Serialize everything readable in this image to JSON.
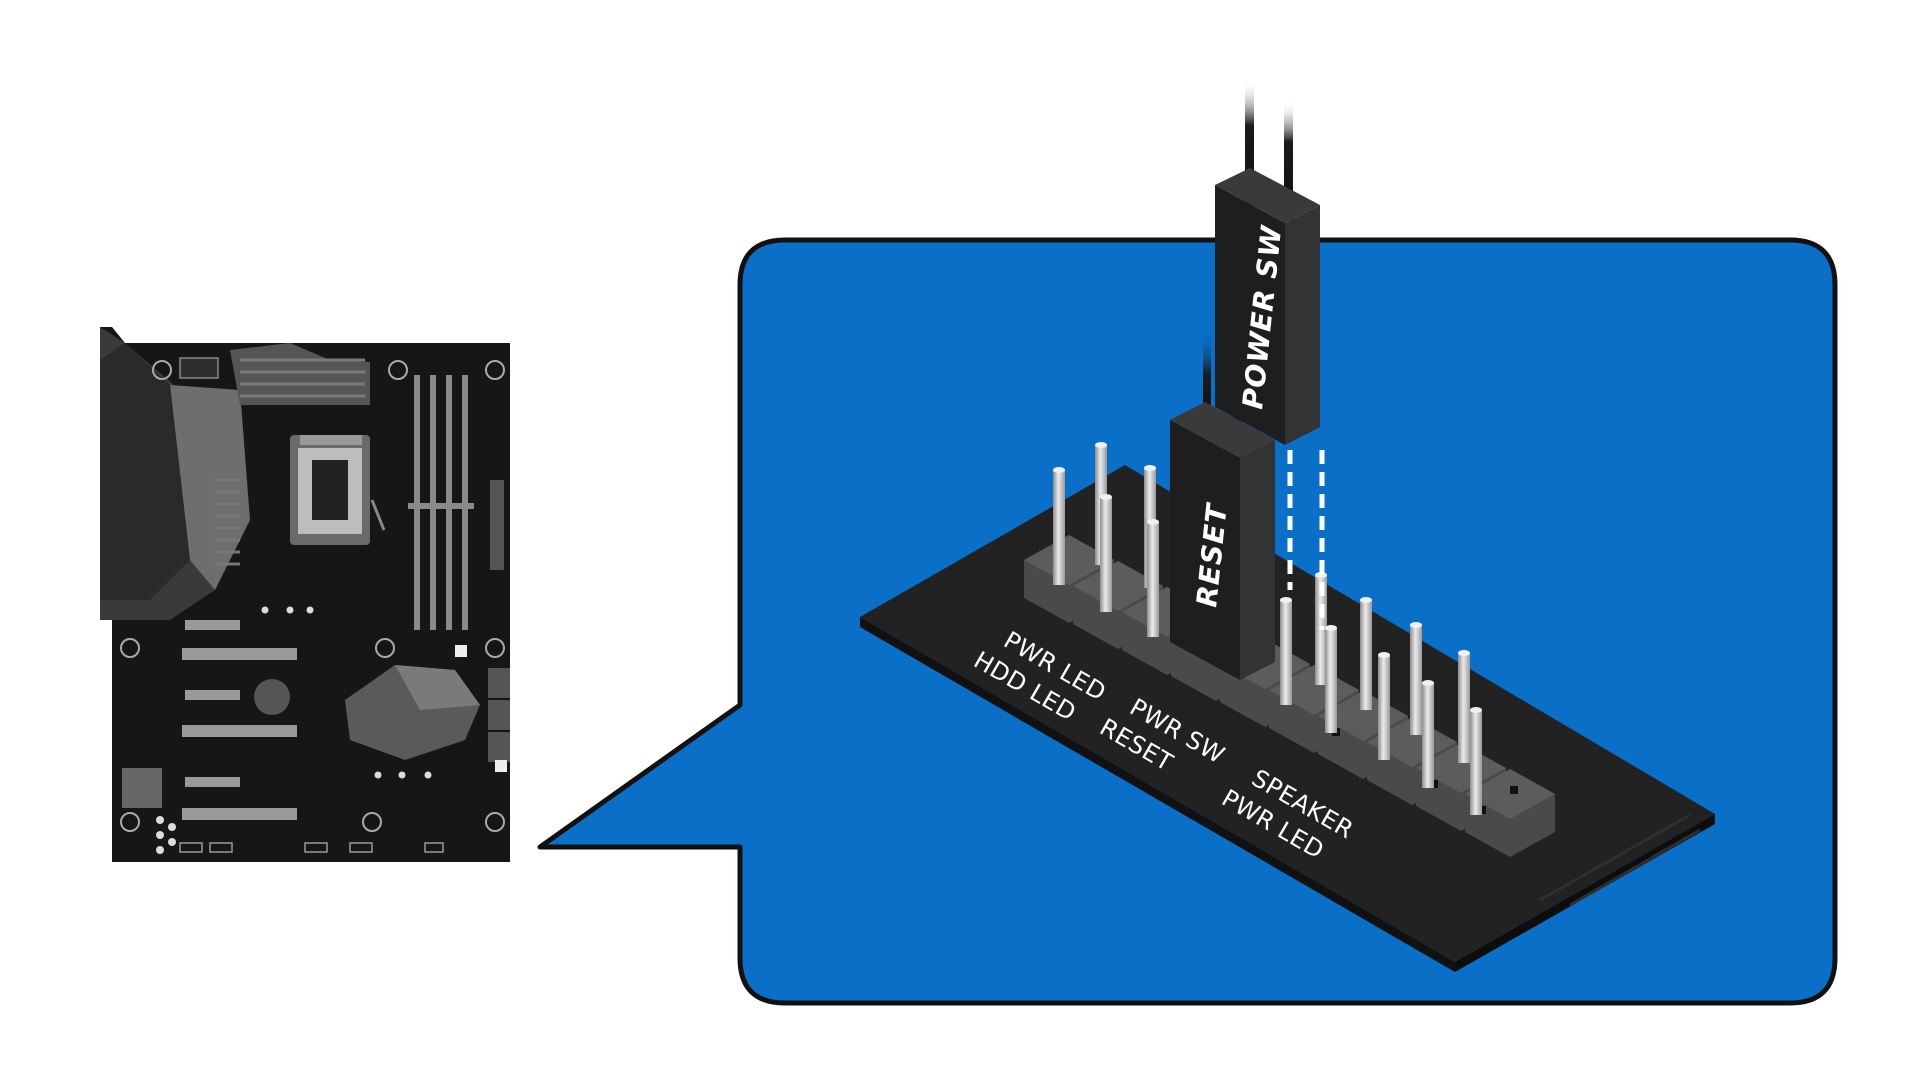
{
  "colors": {
    "callout_blue": "#0a6fc6",
    "board_black": "#1c1c1c",
    "pin_silver": "#c9c9c9",
    "shroud_gray": "#4a4a4a"
  },
  "connectors": {
    "power_sw": "POWER SW",
    "reset": "RESET"
  },
  "header_labels": {
    "row1_left": "PWR LED",
    "row2_left": "HDD LED",
    "row1_mid": "PWR SW",
    "row2_mid": "RESET",
    "row1_right": "SPEAKER",
    "row2_right": "PWR LED"
  },
  "icons": [
    "motherboard-illustration",
    "front-panel-header",
    "jumper-cable"
  ]
}
